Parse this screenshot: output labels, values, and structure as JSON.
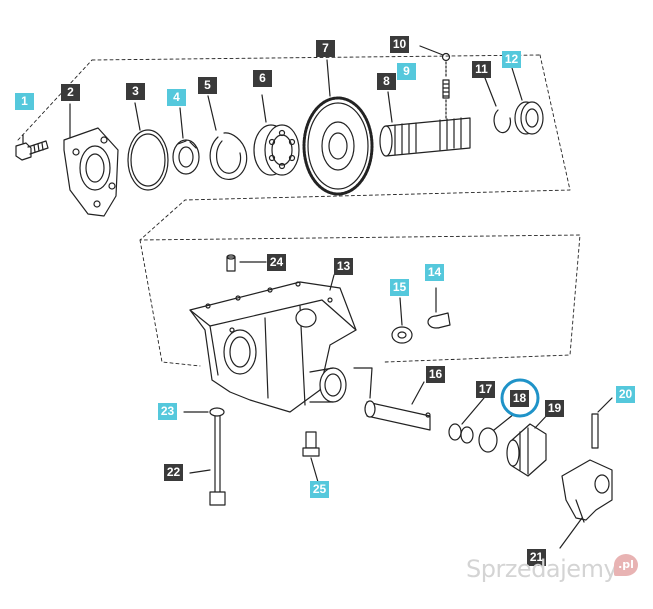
{
  "callouts": [
    {
      "id": "c1",
      "label": "1",
      "style": "cyan"
    },
    {
      "id": "c2",
      "label": "2",
      "style": "dark"
    },
    {
      "id": "c3",
      "label": "3",
      "style": "dark"
    },
    {
      "id": "c4",
      "label": "4",
      "style": "cyan"
    },
    {
      "id": "c5",
      "label": "5",
      "style": "dark"
    },
    {
      "id": "c6",
      "label": "6",
      "style": "dark"
    },
    {
      "id": "c7",
      "label": "7",
      "style": "dark"
    },
    {
      "id": "c8",
      "label": "8",
      "style": "dark"
    },
    {
      "id": "c9",
      "label": "9",
      "style": "cyan"
    },
    {
      "id": "c10",
      "label": "10",
      "style": "dark"
    },
    {
      "id": "c11",
      "label": "11",
      "style": "dark"
    },
    {
      "id": "c12",
      "label": "12",
      "style": "cyan"
    },
    {
      "id": "c13",
      "label": "13",
      "style": "dark"
    },
    {
      "id": "c14",
      "label": "14",
      "style": "cyan"
    },
    {
      "id": "c15",
      "label": "15",
      "style": "cyan"
    },
    {
      "id": "c16",
      "label": "16",
      "style": "dark"
    },
    {
      "id": "c17",
      "label": "17",
      "style": "dark"
    },
    {
      "id": "c18",
      "label": "18",
      "style": "dark"
    },
    {
      "id": "c19",
      "label": "19",
      "style": "dark"
    },
    {
      "id": "c20",
      "label": "20",
      "style": "cyan"
    },
    {
      "id": "c21",
      "label": "21",
      "style": "dark"
    },
    {
      "id": "c22",
      "label": "22",
      "style": "dark"
    },
    {
      "id": "c23",
      "label": "23",
      "style": "cyan"
    },
    {
      "id": "c24",
      "label": "24",
      "style": "dark"
    },
    {
      "id": "c25",
      "label": "25",
      "style": "cyan"
    }
  ],
  "highlighted_callout": "18",
  "colors": {
    "dark_label": "#3a3a3a",
    "cyan_label": "#55c8dc",
    "highlight_ring": "#1f93c8",
    "line": "#222222"
  },
  "watermark": {
    "text": "Sprzedajemy",
    "badge": ".pl"
  }
}
